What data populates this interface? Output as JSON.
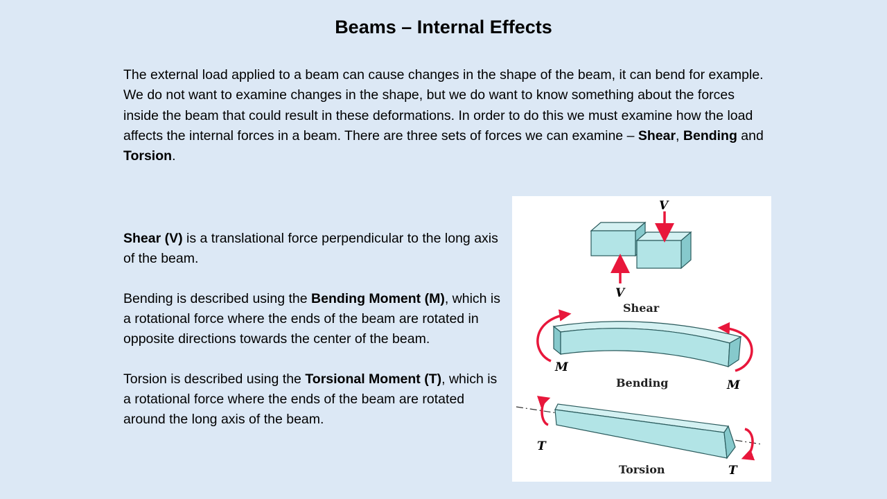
{
  "title": "Beams – Internal Effects",
  "intro": {
    "text": "The external load applied to a beam can cause changes in the shape of the beam, it can bend for example.  We do not want to examine changes in the shape, but we do want to know something about the forces inside the beam that could result in these deformations.  In order to do this we must examine how the load affects the internal forces in a beam.  There are three sets of forces we can examine – ",
    "term_shear": "Shear",
    "sep1": ", ",
    "term_bending": "Bending",
    "sep2": " and ",
    "term_torsion": "Torsion",
    "end": "."
  },
  "shear": {
    "term": "Shear (V)",
    "text": " is a translational force perpendicular to the long axis of the beam."
  },
  "bending": {
    "pre": "Bending is described using the ",
    "term": "Bending Moment (M)",
    "text": ", which is a rotational force where the ends of the beam are rotated in opposite directions towards the center of the beam."
  },
  "torsion": {
    "pre": "Torsion is described using the ",
    "term": "Torsional Moment (T)",
    "text": ", which is a rotational force where the ends of the beam are rotated around the long axis of the beam."
  },
  "figure": {
    "shear_caption": "Shear",
    "bending_caption": "Bending",
    "torsion_caption": "Torsion",
    "v_top": "V",
    "v_bottom": "V",
    "m_left": "M",
    "m_right": "M",
    "t_left": "T",
    "t_right": "T"
  },
  "colors": {
    "background": "#dce8f5",
    "beam_fill": "#b2e4e6",
    "beam_edge": "#2a5a5c",
    "arrow": "#e8173b"
  }
}
